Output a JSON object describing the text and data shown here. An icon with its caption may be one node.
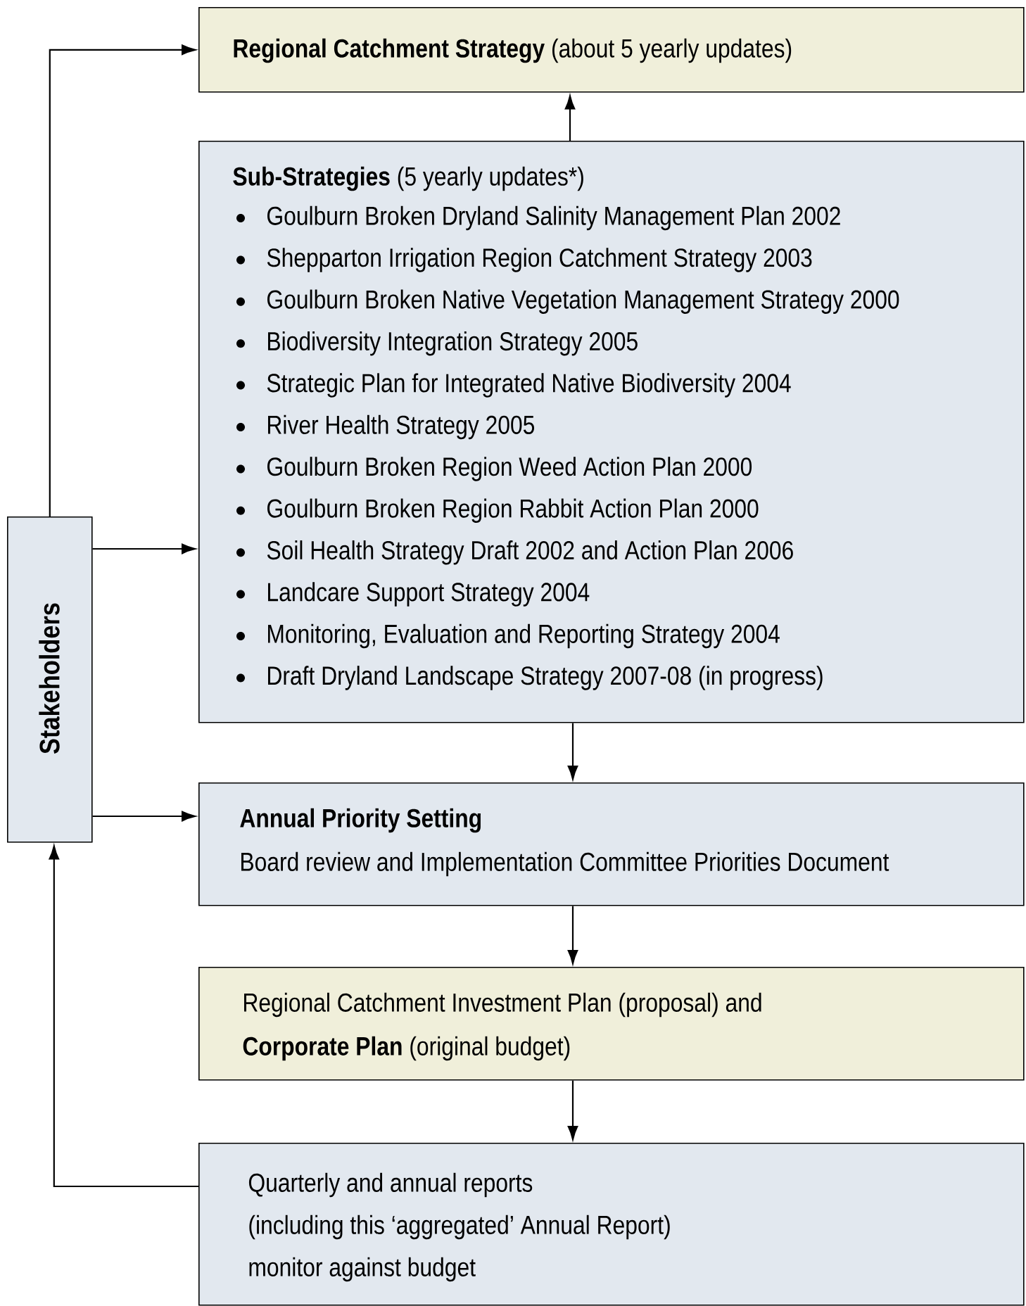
{
  "diagram": {
    "nodes": [
      {
        "text": [
          "Stakeholders"
        ]
      },
      {
        "text": [
          "**Regional Catchment Strategy** (about 5 yearly updates)"
        ]
      },
      {
        "text": [
          "**Sub-Strategies** (5 yearly updates*)",
          "Goulburn Broken Dryland Salinity Management Plan 2002",
          "Shepparton Irrigation Region Catchment Strategy 2003",
          "Goulburn Broken Native Vegetation Management Strategy 2000",
          "Biodiversity Integration Strategy 2005",
          "Strategic Plan for Integrated Native Biodiversity 2004",
          "River Health Strategy 2005",
          "Goulburn Broken Region Weed Action Plan 2000",
          "Goulburn Broken Region Rabbit Action Plan 2000",
          "Soil Health Strategy Draft 2002 and Action Plan 2006",
          "Landcare Support Strategy 2004",
          "Monitoring, Evaluation and Reporting Strategy 2004",
          "Draft Dryland Landscape Strategy 2007-08 (in progress)"
        ]
      },
      {
        "text": [
          "Annual Priority Setting",
          "Board review and Implementation Committee Priorities Document"
        ]
      },
      {
        "text": [
          "Regional Catchment Investment Plan (proposal) and",
          "**Corporate Plan** (original budget)"
        ]
      },
      {
        "text": [
          "Quarterly and annual reports",
          "(including this ‘aggregated’ Annual Report)",
          "monitor against budget"
        ]
      }
    ],
    "edges": [
      {
        "from": 0,
        "to": 1,
        "arrow": "to"
      },
      {
        "from": 2,
        "to": 1,
        "arrow": "to"
      },
      {
        "from": 0,
        "to": 2,
        "arrow": "to"
      },
      {
        "from": 0,
        "to": 3,
        "arrow": "to"
      },
      {
        "from": 2,
        "to": 3,
        "arrow": "to"
      },
      {
        "from": 3,
        "to": 4,
        "arrow": "to"
      },
      {
        "from": 4,
        "to": 5,
        "arrow": "to"
      },
      {
        "from": 5,
        "to": 0,
        "arrow": "to"
      }
    ]
  }
}
